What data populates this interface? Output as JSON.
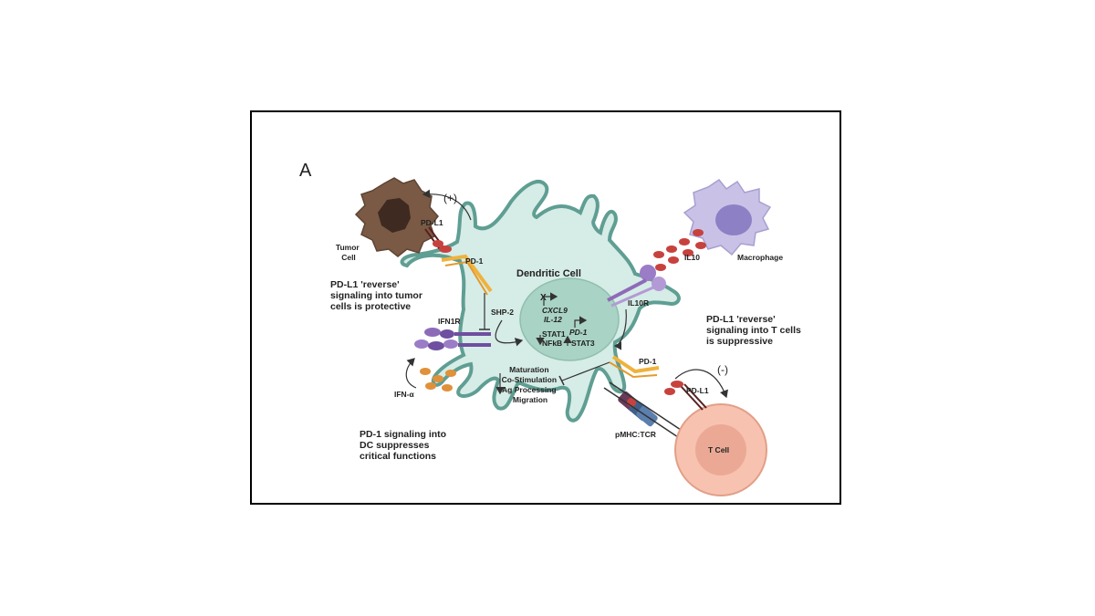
{
  "panel_label": "A",
  "labels": {
    "dendritic_cell": "Dendritic Cell",
    "tumor_cell": [
      "Tumor",
      "Cell"
    ],
    "macrophage": "Macrophage",
    "t_cell": "T Cell",
    "pdl1_tumor": "PD-L1",
    "pd1_top": "PD-1",
    "il10": "IL10",
    "il10r": "IL10R",
    "shp2": "SHP-2",
    "ifn1r": "IFN1R",
    "ifn_alpha": "IFN-α",
    "pd1_bottom": "PD-1",
    "pdl1_tcell": "PD-L1",
    "pmhc_tcr": "pMHC:TCR",
    "plus": "(+)",
    "minus": "(-)"
  },
  "nucleus": {
    "gene_cxcl9": "CXCL9",
    "gene_il12": "IL-12",
    "gene_pd1": "PD-1",
    "stat1": "STAT1",
    "nfkb": "NFkB",
    "stat3": "STAT3"
  },
  "functions": [
    "Maturation",
    "Co-Stimulation",
    "Ag Processing",
    "Migration"
  ],
  "notes": {
    "tumor": [
      "PD-L1 'reverse'",
      "signaling into tumor",
      "cells is protective"
    ],
    "tcell": [
      "PD-L1 'reverse'",
      "signaling into T cells",
      "is suppressive"
    ],
    "dc": [
      "PD-1 signaling into",
      "DC suppresses",
      "critical functions"
    ]
  },
  "colors": {
    "dc_fill": "#d6ece6",
    "dc_stroke": "#5f9e93",
    "nucleus": "#a9d3c4",
    "tumor": "#7a5a45",
    "macrophage": "#c9c2e6",
    "tcell": "#f7c3b0",
    "il10_dot": "#c7423e",
    "ifn_dot": "#e0913a",
    "pd1_receptor": "#f0b23c",
    "receptor_purple": "#8e6bb8"
  }
}
